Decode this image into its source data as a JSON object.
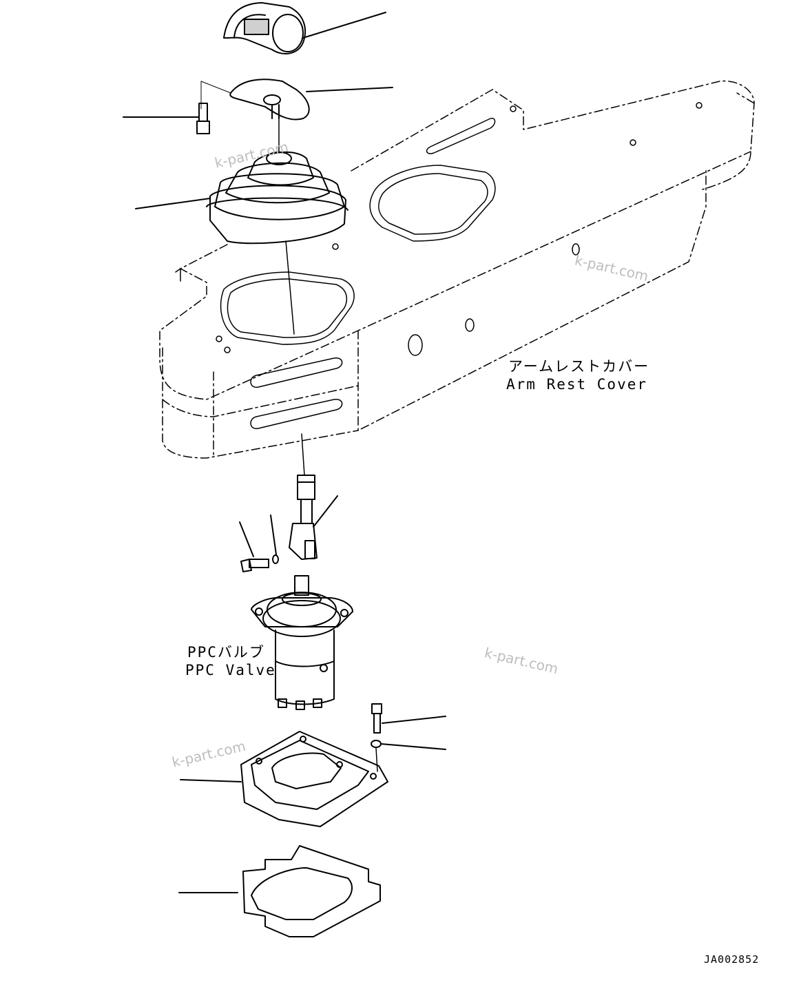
{
  "labels": {
    "arm_rest_cover_jp": "アームレストカバー",
    "arm_rest_cover_en": "Arm Rest Cover",
    "ppc_valve_jp": "PPCバルブ",
    "ppc_valve_en": "PPC Valve"
  },
  "watermark": "k-part.com",
  "drawing_code": "JA002852",
  "colors": {
    "line": "#000000",
    "watermark": "#bdbdbd",
    "background": "#ffffff"
  }
}
